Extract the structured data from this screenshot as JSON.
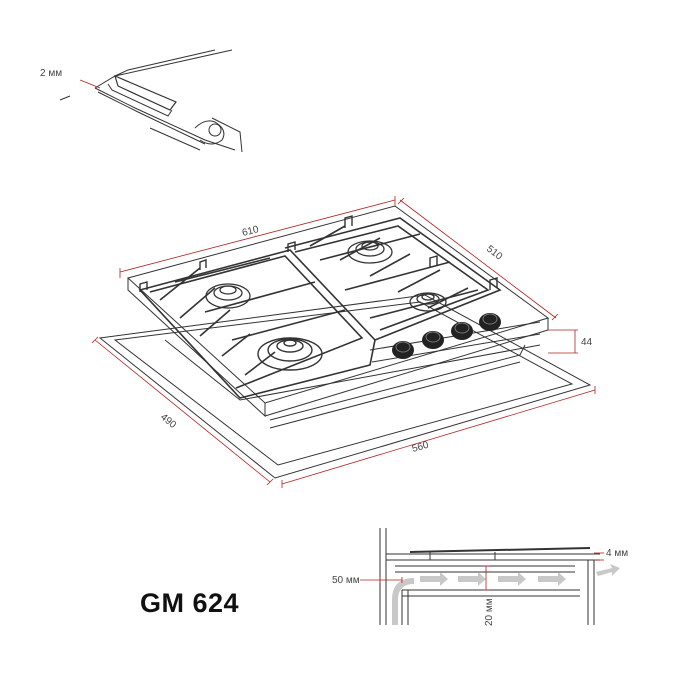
{
  "model": "GM 624",
  "dimensions": {
    "seal_thickness": "2 мм",
    "hob_width": "610",
    "hob_depth": "510",
    "hob_height": "44",
    "cutout_depth": "490",
    "cutout_width": "560",
    "rear_gap": "50 мм",
    "bottom_gap": "20 мм",
    "side_gap": "4 мм"
  },
  "colors": {
    "line": "#333333",
    "dimension_line": "#b22222",
    "arrow": "#c8c8c8",
    "knob": "#222222"
  }
}
